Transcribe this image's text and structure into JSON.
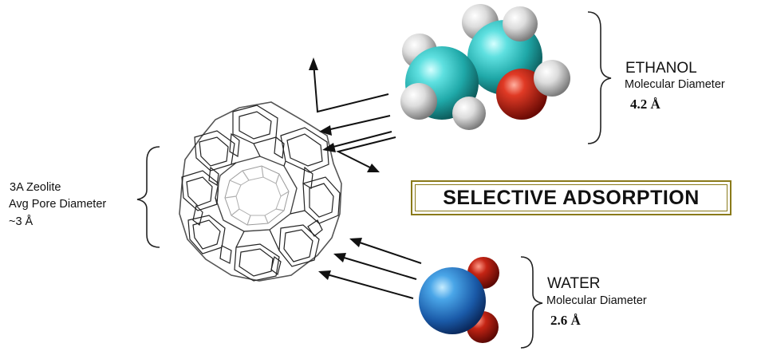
{
  "ethanol": {
    "name": "ETHANOL",
    "label": "Molecular Diameter",
    "size": "4.2 Å"
  },
  "water": {
    "name": "WATER",
    "label": "Molecular Diameter",
    "size": "2.6 Å"
  },
  "zeolite": {
    "name": "3A  Zeolite",
    "label": "Avg Pore Diameter",
    "size": "~3 Å"
  },
  "banner": "SELECTIVE ADSORPTION",
  "colors": {
    "carbon": "#2bbcbc",
    "hydrogen": "#e6e6e6",
    "oxygen": "#c81e12",
    "water_oxygen": "#1e6ec8",
    "water_hydrogen": "#b41c10",
    "frame_border": "#8a7a1a"
  }
}
